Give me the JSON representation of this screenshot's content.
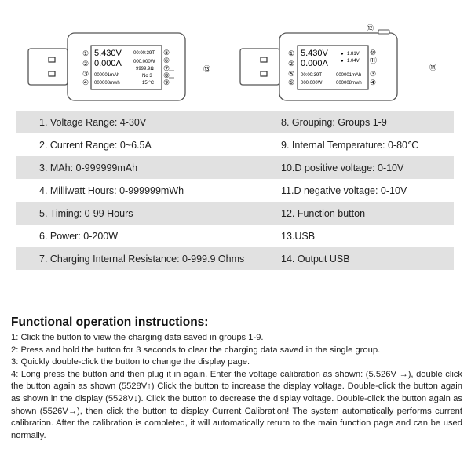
{
  "device_left": {
    "lcd_rows": [
      {
        "left": "5.430V",
        "right": "00:00:39T"
      },
      {
        "left": "0.000A",
        "right": "000.000W"
      },
      {
        "left": "",
        "right": "9999.9Ω"
      },
      {
        "left": "000001mAh",
        "right": "No 3"
      },
      {
        "left": "000008mwh",
        "right": "15 °C"
      }
    ],
    "callouts_left": [
      "①",
      "②",
      "③",
      "④"
    ],
    "callouts_right": [
      "⑤",
      "⑥",
      "⑦",
      "⑧",
      "⑨"
    ],
    "side_marker": "⑬"
  },
  "device_right": {
    "lcd_rows": [
      {
        "left": "5.430V",
        "right": "1.81V"
      },
      {
        "left": "0.000A",
        "right": "1.04V"
      },
      {
        "left": "00:00:39T",
        "right": "000001mAh"
      },
      {
        "left": "000.000W",
        "right": "000008mwh"
      }
    ],
    "callouts_left": [
      "①",
      "②",
      "⑤",
      "⑥"
    ],
    "callouts_right": [
      "⑩",
      "⑪",
      "③",
      "④"
    ],
    "top_marker": "⑫",
    "side_marker": "⑭"
  },
  "specs": [
    {
      "left": "1. Voltage Range: 4-30V",
      "right": "8. Grouping: Groups 1-9"
    },
    {
      "left": "2. Current Range: 0~6.5A",
      "right": "9. Internal Temperature: 0-80℃"
    },
    {
      "left": "3. MAh: 0-999999mAh",
      "right": "10.D positive voltage: 0-10V"
    },
    {
      "left": "4. Milliwatt Hours: 0-999999mWh",
      "right": "11.D negative voltage: 0-10V"
    },
    {
      "left": "5. Timing: 0-99 Hours",
      "right": "12. Function button"
    },
    {
      "left": "6. Power: 0-200W",
      "right": "13.USB"
    },
    {
      "left": "7. Charging Internal Resistance: 0-999.9 Ohms",
      "right": "14. Output USB"
    }
  ],
  "instructions": {
    "title": "Functional operation instructions:",
    "lines": [
      "1: Click the button to view the charging data saved in groups 1-9.",
      "2: Press and hold the button for 3 seconds to clear the charging data saved in the single group.",
      "3: Quickly double-click the button to change the display page.",
      "4: Long press the button and then plug it in again. Enter the voltage calibration as shown: (5.526V →), double click the button again as shown (5528V↑) Click the button to increase the display voltage. Double-click the button again as shown in the display (5528V↓). Click the button to decrease the display voltage. Double-click the button again as shown (5526V→), then click the button to display Current Calibration! The system automatically performs current calibration. After the calibration is completed, it will automatically return to the main function page and can be used normally."
    ]
  }
}
